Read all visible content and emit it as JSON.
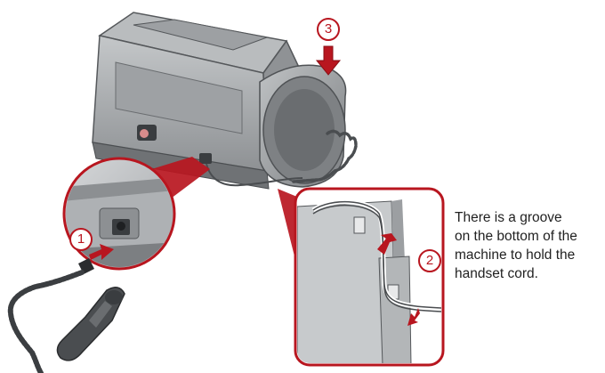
{
  "caption": {
    "lines": [
      "There is a groove",
      "on the bottom of the",
      "machine to hold the",
      "handset cord."
    ]
  },
  "steps": {
    "step1": "1",
    "step2": "2",
    "step3": "3"
  },
  "colors": {
    "accent": "#b8161f",
    "device_body": "#a9acae",
    "device_dark": "#5d6063",
    "callout_fill": "#c9ccce"
  }
}
